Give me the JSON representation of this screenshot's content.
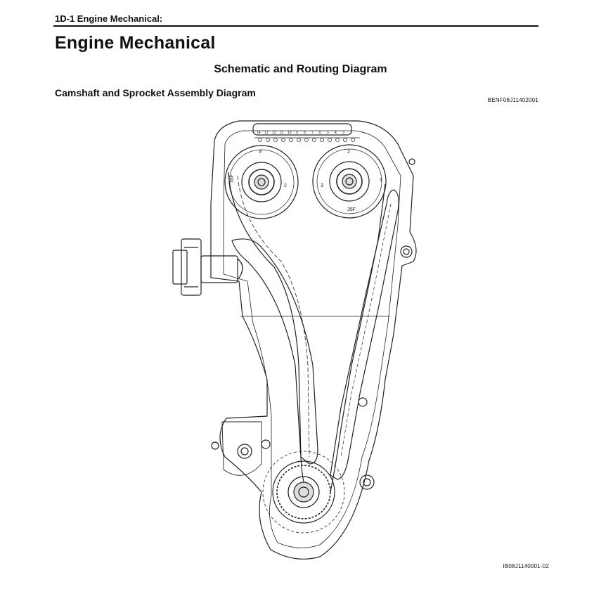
{
  "header": {
    "section_label": "1D-1  Engine Mechanical:"
  },
  "page_title": "Engine Mechanical",
  "section_title": "Schematic and Routing Diagram",
  "subsection_title": "Camshaft and Sprocket Assembly Diagram",
  "figure_code_top": "BENF08J11402001",
  "figure_code_bottom": "IB08J1140001-02",
  "diagram_labels": {
    "left_cam_mark": "35F",
    "right_cam_mark": "35F",
    "mark_1": "1",
    "mark_2_left": "2",
    "mark_2_right": "2",
    "mark_3_left": "3",
    "mark_3_right": "3",
    "chain_pins": [
      "14",
      "13",
      "12",
      "11",
      "10",
      "9",
      "8",
      "7",
      "6",
      "5",
      "4",
      "3",
      "2"
    ]
  }
}
